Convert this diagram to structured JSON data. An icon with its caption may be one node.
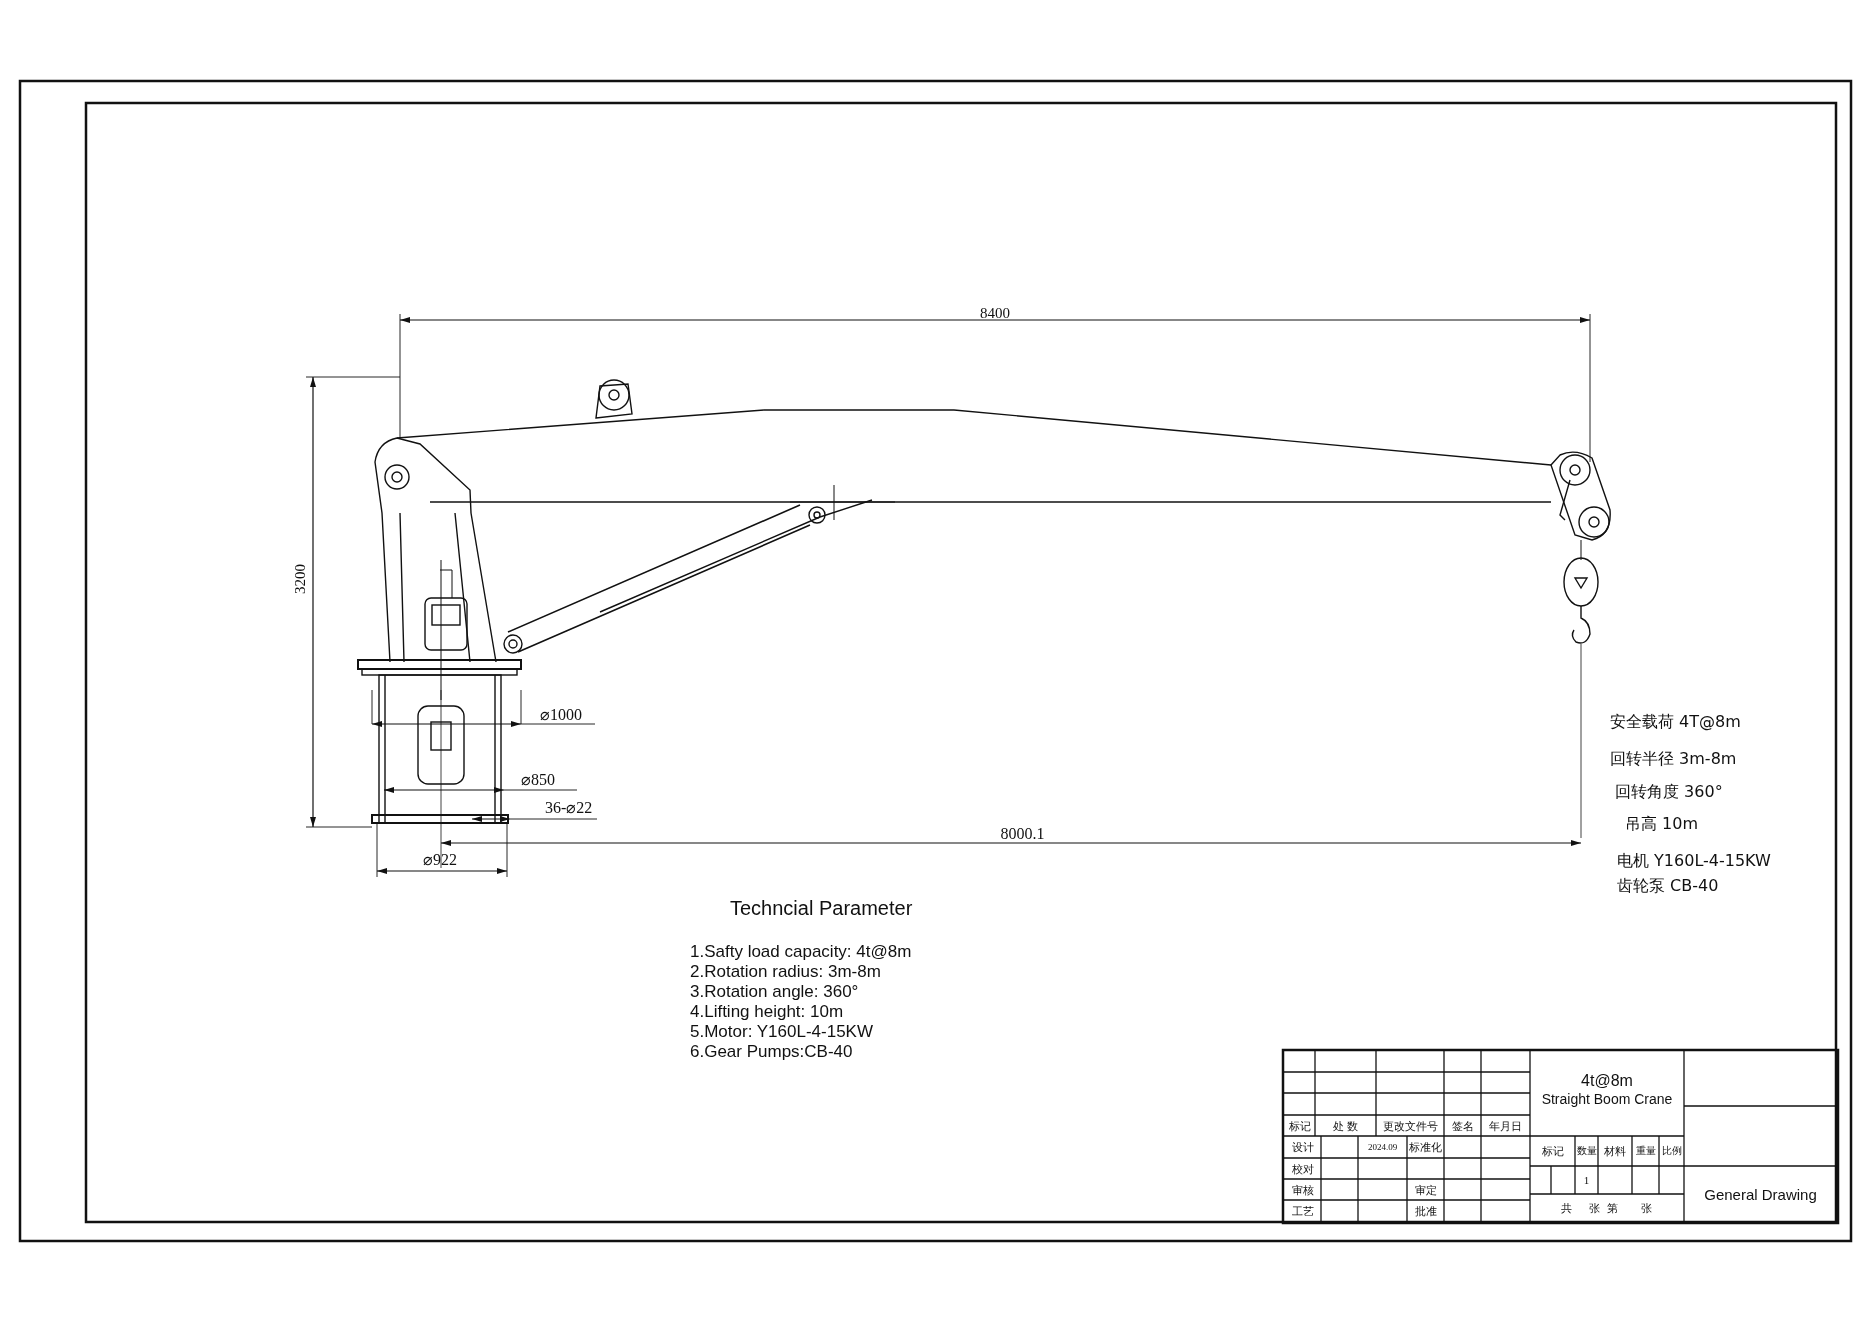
{
  "diagram": {
    "labels": [
      "8400",
      "3200",
      "⌀1000",
      "⌀850",
      "36-⌀22",
      "8000.1",
      "⌀922",
      "安全载荷 4T@8m",
      "回转半径 3m-8m",
      "回转角度 360°",
      "吊高 10m",
      "电机 Y160L-4-15KW",
      "齿轮泵 CB-40",
      "Techncial Parameter",
      "1.Safty load capacity: 4t@8m",
      "2.Rotation radius: 3m-8m",
      "3.Rotation angle: 360°",
      "4.Lifting height: 10m",
      "5.Motor: Y160L-4-15KW",
      "6.Gear Pumps:CB-40",
      "4t@8m",
      "Straight Boom Crane",
      "标记",
      "处 数",
      "更改文件号",
      "签名",
      "年月日",
      "设计",
      "2024.09",
      "标准化",
      "校对",
      "审核",
      "审定",
      "工艺",
      "批准",
      "标记",
      "数量",
      "材料",
      "重量",
      "比例",
      "1",
      "共",
      "张",
      "第",
      "张",
      "General Drawing"
    ]
  }
}
